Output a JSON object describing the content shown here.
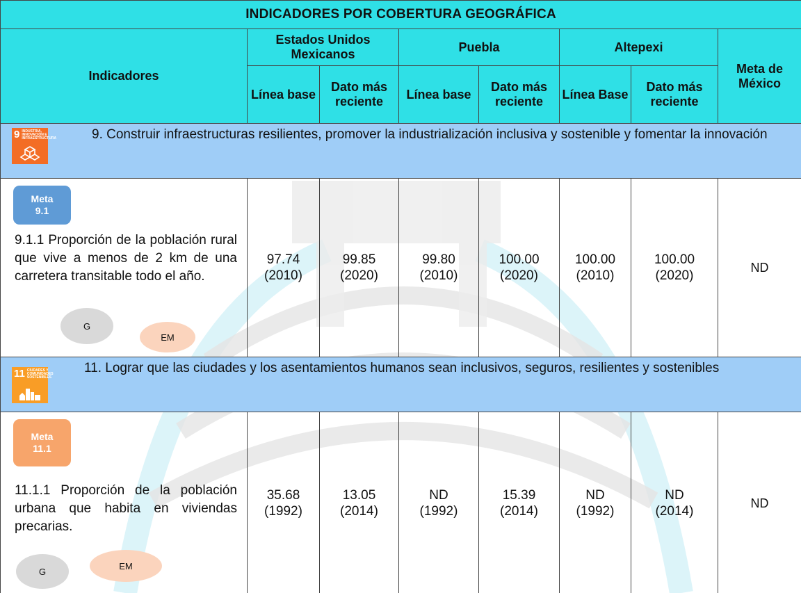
{
  "title": "INDICADORES POR COBERTURA GEOGRÁFICA",
  "header": {
    "indicators": "Indicadores",
    "regions": [
      "Estados Unidos Mexicanos",
      "Puebla",
      "Altepexi"
    ],
    "meta_mexico": "Meta de México",
    "sub": [
      "Línea base",
      "Dato más reciente",
      "Línea base",
      "Dato más reciente",
      "Línea Base",
      "Dato más reciente"
    ]
  },
  "goal9": {
    "badge_number": "9",
    "badge_text": "INDUSTRIA, INNOVACIÓN E INFRAESTRUCTURA",
    "text": "9. Construir infraestructuras resilientes, promover la industrialización inclusiva y sostenible y fomentar la innovación"
  },
  "indicator_911": {
    "meta_label": "Meta",
    "meta_number": "9.1",
    "text": "9.1.1 Proporción de la población rural que vive a menos de 2 km de una carretera transitable todo el año.",
    "bubble_g": "G",
    "bubble_em": "EM",
    "values": [
      {
        "value": "97.74",
        "year": "(2010)"
      },
      {
        "value": "99.85",
        "year": "(2020)"
      },
      {
        "value": "99.80",
        "year": "(2010)"
      },
      {
        "value": "100.00",
        "year": "(2020)"
      },
      {
        "value": "100.00",
        "year": "(2010)"
      },
      {
        "value": "100.00",
        "year": "(2020)"
      }
    ],
    "meta_mexico": "ND"
  },
  "goal11": {
    "badge_number": "11",
    "badge_text": "CIUDADES Y COMUNIDADES SOSTENIBLES",
    "text": "11. Lograr que las ciudades y los asentamientos humanos sean inclusivos, seguros, resilientes y sostenibles"
  },
  "indicator_1111": {
    "meta_label": "Meta",
    "meta_number": "11.1",
    "text": "11.1.1 Proporción de la población urbana que habita en viviendas precarias.",
    "bubble_g": "G",
    "bubble_em": "EM",
    "values": [
      {
        "value": "35.68",
        "year": "(1992)"
      },
      {
        "value": "13.05",
        "year": "(2014)"
      },
      {
        "value": "ND",
        "year": "(1992)"
      },
      {
        "value": "15.39",
        "year": "(2014)"
      },
      {
        "value": "ND",
        "year": "(1992)"
      },
      {
        "value": "ND",
        "year": "(2014)"
      }
    ],
    "meta_mexico": "ND"
  },
  "colors": {
    "header_bg": "#2fe0e6",
    "goal_row_bg": "#9fcdf7",
    "sdg9": "#f36d25",
    "sdg11": "#f99d26",
    "meta_blue": "#5f9bd6",
    "meta_orange": "#f7a56b"
  }
}
